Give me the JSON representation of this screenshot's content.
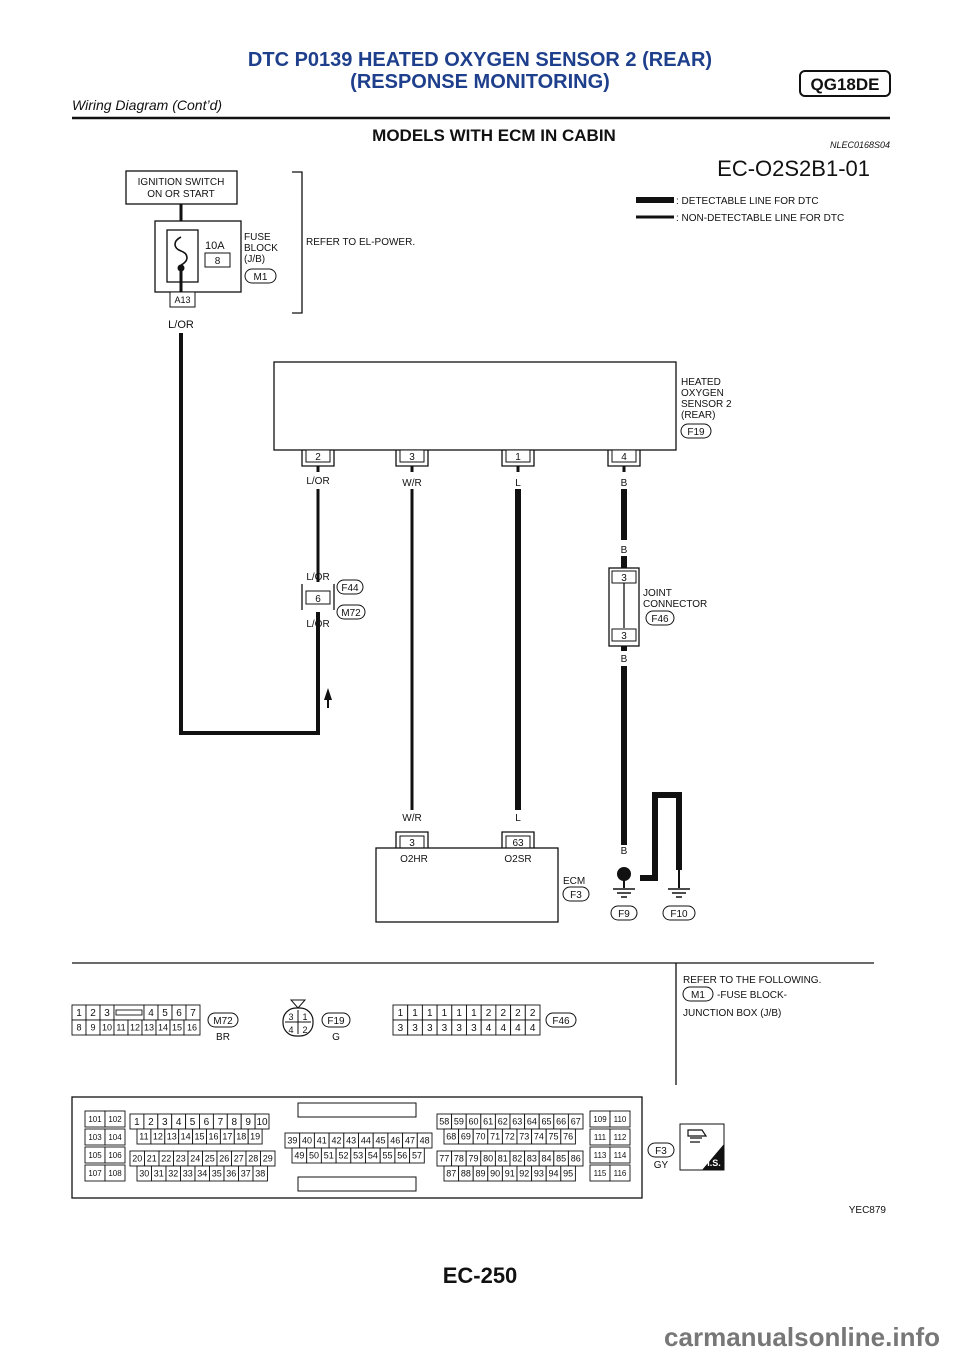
{
  "header": {
    "title_line1": "DTC P0139 HEATED OXYGEN SENSOR 2 (REAR)",
    "title_line2": "(RESPONSE MONITORING)",
    "subtitle": "Wiring Diagram (Cont’d)",
    "badge": "QG18DE"
  },
  "section": {
    "title": "MODELS WITH ECM IN CABIN",
    "ref_code": "NLEC0168S04",
    "diagram_code": "EC-O2S2B1-01"
  },
  "legend": {
    "detectable": ": DETECTABLE LINE FOR DTC",
    "non_detectable": ": NON-DETECTABLE LINE FOR DTC"
  },
  "ignition": {
    "line1": "IGNITION SWITCH",
    "line2": "ON OR START"
  },
  "fuse": {
    "rating": "10A",
    "number": "8",
    "label1": "FUSE",
    "label2": "BLOCK",
    "label3": "(J/B)",
    "connector": "M1",
    "terminal": "A13",
    "wire": "L/OR"
  },
  "refer_el": "REFER TO EL-POWER.",
  "sensor": {
    "label": [
      "HEATED",
      "OXYGEN",
      "SENSOR 2",
      "(REAR)"
    ],
    "connector": "F19",
    "pins": [
      "2",
      "3",
      "1",
      "4"
    ],
    "wires": [
      "L/OR",
      "W/R",
      "L",
      "B"
    ]
  },
  "harness": {
    "top_wire": "L/OR",
    "pin": "6",
    "bottom_wire": "L/OR",
    "conn1": "F44",
    "conn2": "M72"
  },
  "joint": {
    "top_wire": "B",
    "top_pin": "3",
    "bottom_pin": "3",
    "bottom_wire": "B",
    "label1": "JOINT",
    "label2": "CONNECTOR",
    "connector": "F46"
  },
  "ecm": {
    "label": "ECM",
    "connector": "F3",
    "pin_left": "3",
    "pin_right": "63",
    "name_left": "O2HR",
    "name_right": "O2SR",
    "wire_left": "W/R",
    "wire_right": "L"
  },
  "ground": {
    "wires": [
      "B",
      "B",
      "B"
    ],
    "conn1": "F9",
    "conn2": "F10"
  },
  "refer_following": {
    "line1": "REFER TO THE FOLLOWING.",
    "conn": "M1",
    "text1": "-FUSE BLOCK-",
    "text2": "JUNCTION BOX (J/B)"
  },
  "connectors": {
    "m72": {
      "name": "M72",
      "color": "BR",
      "row1": [
        "1",
        "2",
        "3",
        "",
        "4",
        "5",
        "6",
        "7"
      ],
      "row2": [
        "8",
        "9",
        "10",
        "11",
        "12",
        "13",
        "14",
        "15",
        "16"
      ]
    },
    "f19": {
      "name": "F19",
      "color": "G",
      "cells": [
        "3",
        "1",
        "4",
        "2"
      ]
    },
    "f46": {
      "name": "F46",
      "row1": [
        "1",
        "1",
        "1",
        "1",
        "1",
        "1",
        "2",
        "2",
        "2",
        "2"
      ],
      "row2": [
        "3",
        "3",
        "3",
        "3",
        "3",
        "3",
        "4",
        "4",
        "4",
        "4"
      ]
    },
    "f3": {
      "name": "F3",
      "color": "GY",
      "left_block": [
        [
          "101",
          "102"
        ],
        [
          "103",
          "104"
        ],
        [
          "105",
          "106"
        ],
        [
          "107",
          "108"
        ]
      ],
      "r1": [
        "1",
        "2",
        "3",
        "4",
        "5",
        "6",
        "7",
        "8",
        "9",
        "10"
      ],
      "r2": [
        "11",
        "12",
        "13",
        "14",
        "15",
        "16",
        "17",
        "18",
        "19"
      ],
      "r3": [
        "20",
        "21",
        "22",
        "23",
        "24",
        "25",
        "26",
        "27",
        "28",
        "29"
      ],
      "r4": [
        "30",
        "31",
        "32",
        "33",
        "34",
        "35",
        "36",
        "37",
        "38"
      ],
      "m1": [
        "39",
        "40",
        "41",
        "42",
        "43",
        "44",
        "45",
        "46",
        "47",
        "48"
      ],
      "m2": [
        "49",
        "50",
        "51",
        "52",
        "53",
        "54",
        "55",
        "56",
        "57"
      ],
      "s1": [
        "58",
        "59",
        "60",
        "61",
        "62",
        "63",
        "64",
        "65",
        "66",
        "67"
      ],
      "s2": [
        "68",
        "69",
        "70",
        "71",
        "72",
        "73",
        "74",
        "75",
        "76"
      ],
      "s3": [
        "77",
        "78",
        "79",
        "80",
        "81",
        "82",
        "83",
        "84",
        "85",
        "86"
      ],
      "s4": [
        "87",
        "88",
        "89",
        "90",
        "91",
        "92",
        "93",
        "94",
        "95"
      ],
      "right_block": [
        [
          "109",
          "110"
        ],
        [
          "111",
          "112"
        ],
        [
          "113",
          "114"
        ],
        [
          "115",
          "116"
        ]
      ],
      "hs": "H.S."
    }
  },
  "figure_code": "YEC879",
  "page_number": "EC-250",
  "watermark": "carmanualsonline.info",
  "colors": {
    "title": "#1e3f8c",
    "line": "#111111"
  }
}
